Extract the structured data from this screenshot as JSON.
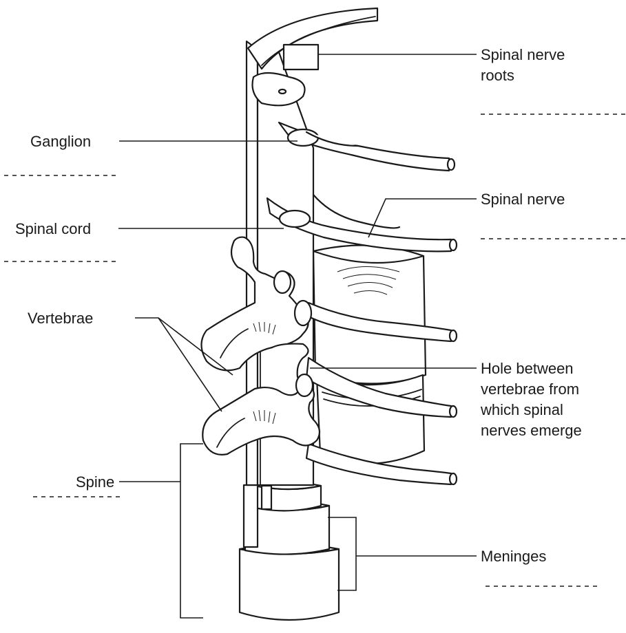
{
  "labels": {
    "spinal_nerve_roots": [
      "Spinal nerve",
      "roots"
    ],
    "ganglion": "Ganglion",
    "spinal_nerve": "Spinal nerve",
    "spinal_cord": "Spinal cord",
    "vertebrae": "Vertebrae",
    "hole_between_vertebrae": [
      "Hole between",
      "vertebrae from",
      "which spinal",
      "nerves emerge"
    ],
    "spine": "Spine",
    "meninges": "Meninges"
  }
}
